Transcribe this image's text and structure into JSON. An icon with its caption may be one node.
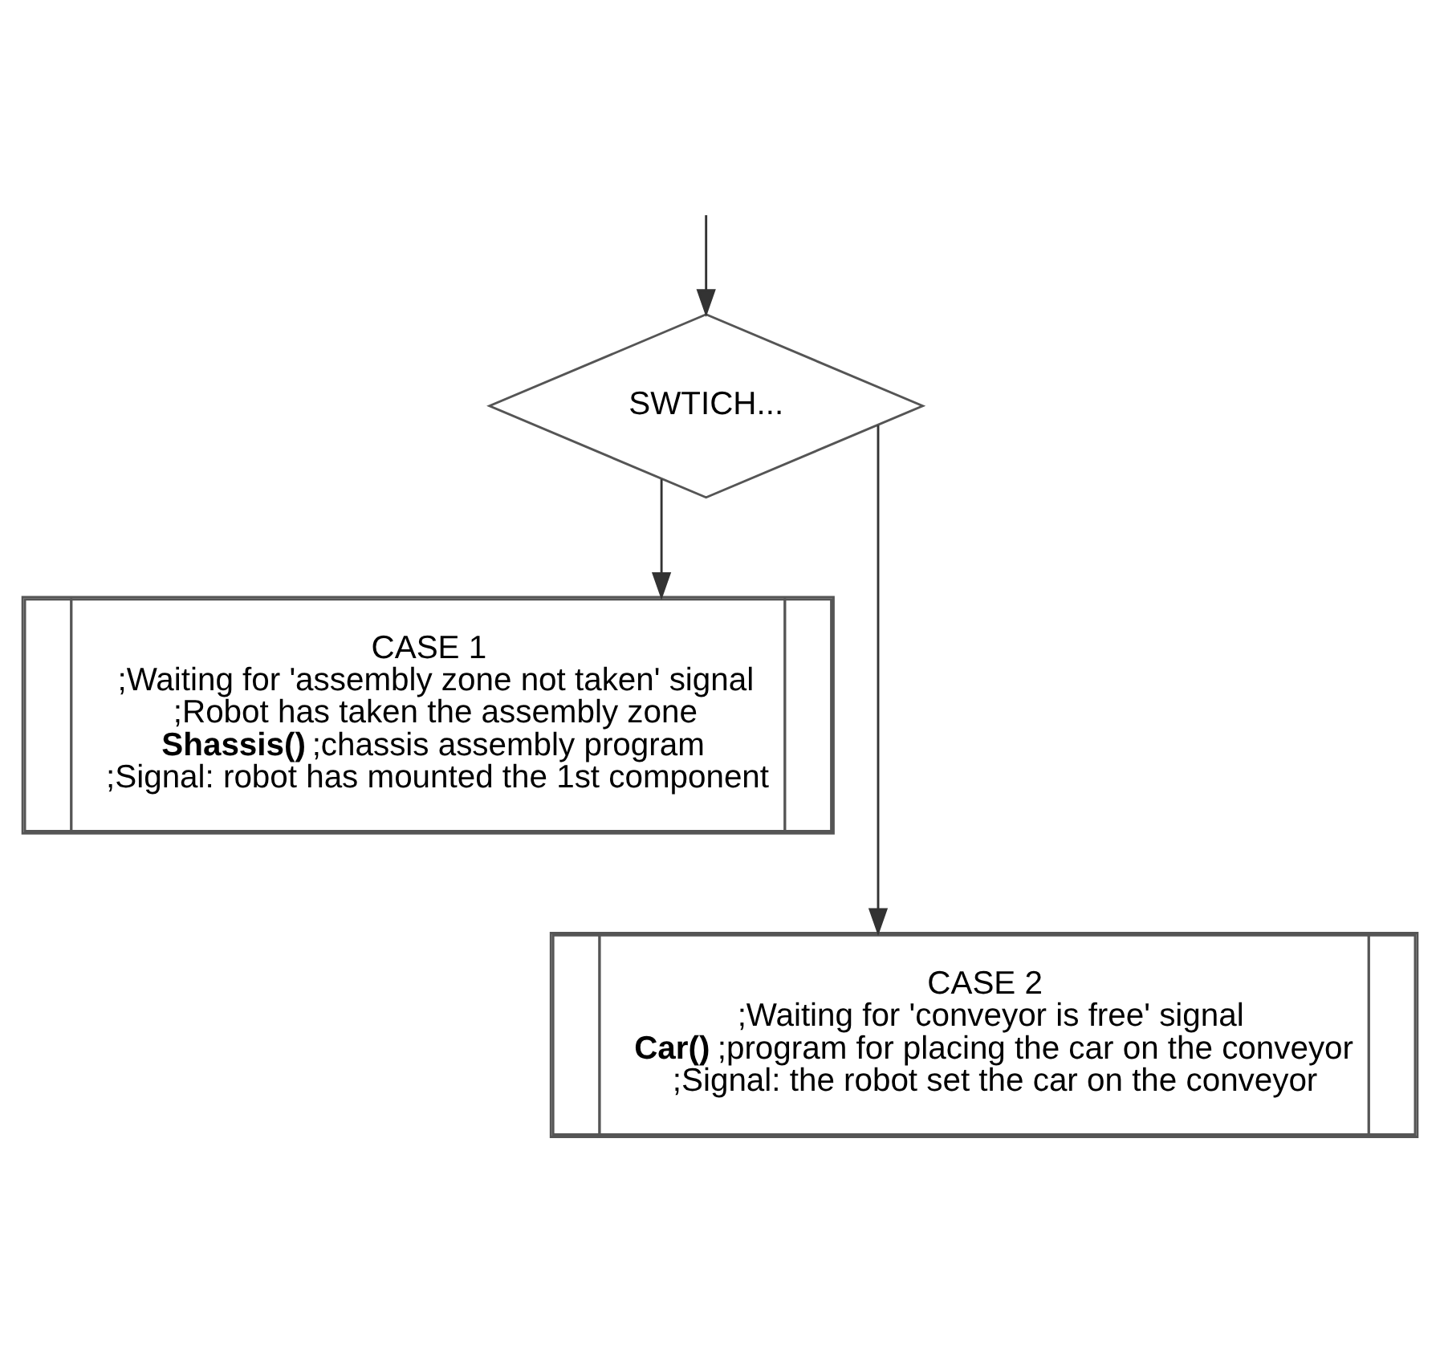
{
  "diagram": {
    "nodes": [
      {
        "text": [
          "SWTICH..."
        ]
      },
      {
        "text": [
          "CASE 1",
          ";Waiting for 'assembly zone not taken' signal",
          ";Robot has taken the assembly zone",
          "**Shassis()** ;chassis assembly program",
          ";Signal: robot has mounted the 1st component"
        ]
      },
      {
        "text": [
          "CASE 2",
          ";Waiting for 'conveyor is free' signal",
          "**Car()** ;program for placing the car on the conveyor",
          ";Signal: the robot set the car on the conveyor"
        ]
      }
    ],
    "edges": [
      {
        "from": null,
        "to": 0,
        "arrow": "to"
      },
      {
        "from": 0,
        "to": 1,
        "arrow": "to"
      },
      {
        "from": 0,
        "to": 2,
        "arrow": "to"
      }
    ]
  }
}
